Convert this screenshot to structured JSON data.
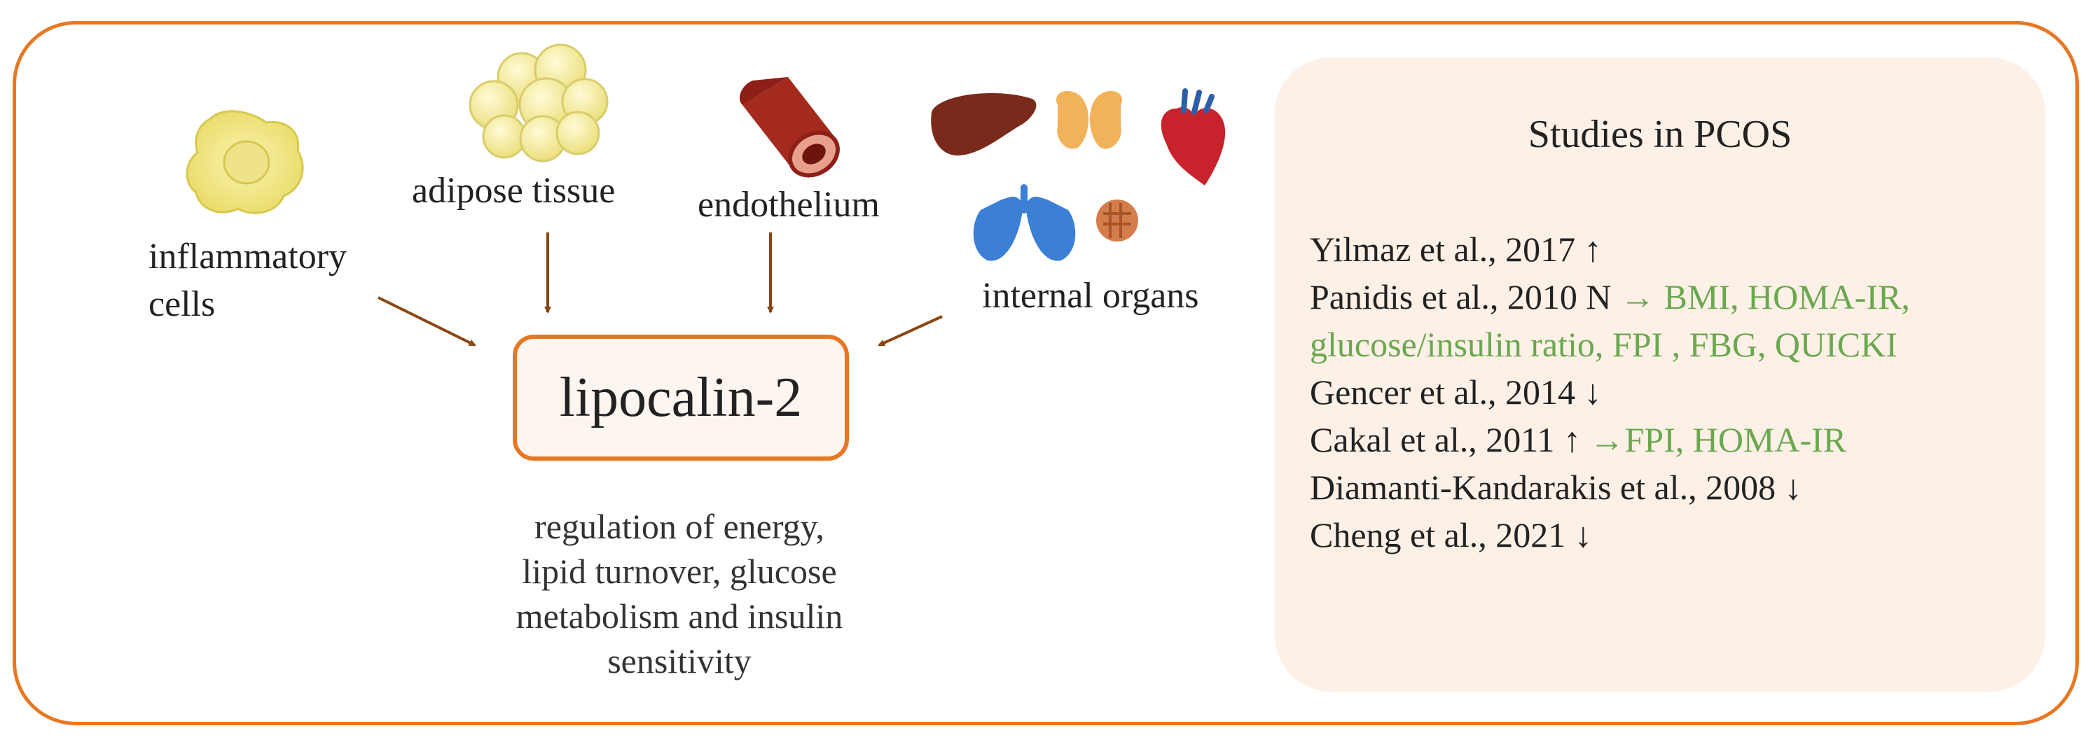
{
  "sources": {
    "inflammatory_cells": [
      "inflammatory",
      "cells"
    ],
    "adipose_tissue": "adipose tissue",
    "endothelium": "endothelium",
    "internal_organs": "internal organs"
  },
  "center": {
    "label": "lipocalin-2"
  },
  "functions": [
    "regulation of energy,",
    "lipid turnover, glucose",
    "metabolism and insulin",
    "sensitivity"
  ],
  "studies": {
    "title": "Studies in PCOS",
    "rows": [
      {
        "text": "Yilmaz et al., 2017 ↑",
        "note": ""
      },
      {
        "text": "Panidis et al., 2010 N ",
        "note": "→ BMI, HOMA-IR,"
      },
      {
        "text": "",
        "note": "glucose/insulin ratio, FPI , FBG, QUICKI"
      },
      {
        "text": "Gencer et al., 2014 ↓",
        "note": ""
      },
      {
        "text": "Cakal et al., 2011 ↑ ",
        "note": "→FPI, HOMA-IR"
      },
      {
        "text": "Diamanti-Kandarakis et al., 2008 ↓",
        "note": ""
      },
      {
        "text": "Cheng et al., 2021 ↓",
        "note": ""
      }
    ]
  },
  "colors": {
    "frame": "#e87722",
    "arrow": "#8b4513",
    "panel": "#fdf0e6",
    "note_green": "#6aa84f"
  },
  "icons": [
    "inflammatory-cell-icon",
    "adipose-cells-icon",
    "blood-vessel-icon",
    "liver-icon",
    "kidney-icon",
    "heart-icon",
    "lungs-icon",
    "pancreas-icon"
  ]
}
